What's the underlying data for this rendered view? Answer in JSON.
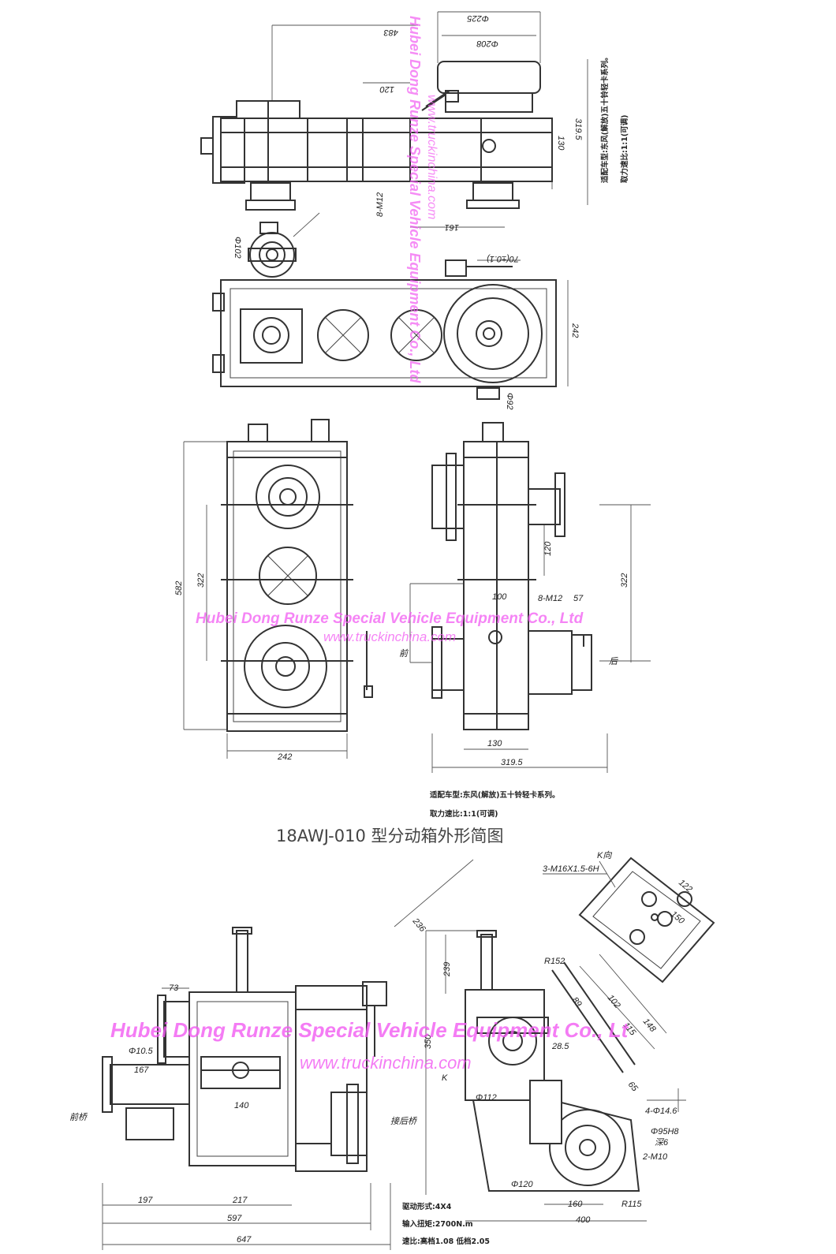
{
  "watermark": {
    "company": "Hubei Dong Runze Special Vehicle Equipment Co., Ltd",
    "company_short": "Hubei Dong Runze Special Vehicle Equipment Co., Lt",
    "website": "www.truckinchina.com"
  },
  "title": "18AWJ-010  型分动箱外形简图",
  "top_views": {
    "dims": {
      "d225": "Φ225",
      "d208": "Φ208",
      "w483": "483",
      "w120": "120",
      "h319": "319.5",
      "h130": "130",
      "m12": "8-M12",
      "w161": "161",
      "d102": "Φ102",
      "w242": "242",
      "d92": "Φ92",
      "small": "70(±0.1)"
    },
    "note1": "适配车型:东风(解放)五十铃轻卡系列。",
    "note2": "取力速比:1:1(可调)"
  },
  "middle_views": {
    "dims": {
      "h582": "582",
      "h322a": "322",
      "w242": "242",
      "w130": "130",
      "w319": "319.5",
      "h120": "120",
      "h100": "100",
      "m12": "8-M12",
      "w57": "57",
      "h322b": "322"
    },
    "label_front": "前",
    "label_back": "后",
    "note1": "适配车型:东风(解放)五十铃轻卡系列。",
    "note2": "取力速比:1:1(可调)"
  },
  "bottom_views": {
    "dims": {
      "w73": "73",
      "d105": "Φ10.5",
      "w167": "167",
      "w140": "140",
      "w197": "197",
      "w217": "217",
      "w597": "597",
      "w647": "647",
      "w236": "236",
      "h239": "239",
      "r152": "R152",
      "k": "K",
      "h350": "350",
      "d112": "Φ112",
      "d120": "Φ120",
      "w160": "160",
      "w400": "400",
      "r115": "R115",
      "m10": "2-M10",
      "hole": "4-Φ14.6",
      "bore": "Φ95H8",
      "depth": "深6",
      "w285": "28.5",
      "w65": "65",
      "w102": "102",
      "w89": "89",
      "w115": "115",
      "w148": "148",
      "w150": "150",
      "w122": "122",
      "m16": "3-M16X1.5-6H",
      "kview": "K向"
    },
    "label_front": "前桥",
    "label_back": "接后桥",
    "spec1": "驱动形式:4X4",
    "spec2": "输入扭矩:2700N.m",
    "spec3": "速比:高档1.08  低档2.05"
  }
}
